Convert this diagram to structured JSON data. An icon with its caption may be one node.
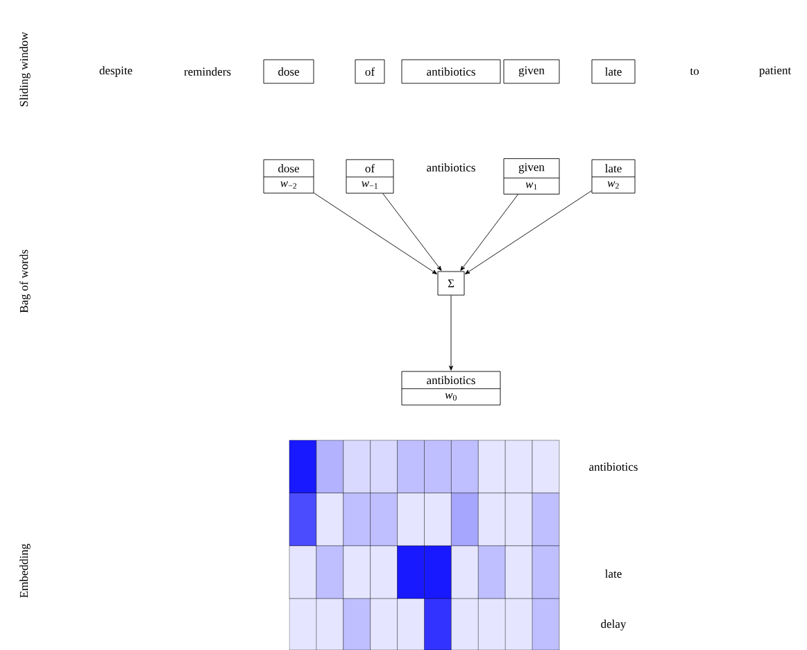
{
  "diagram": {
    "nodes": [
      {
        "text": [
          "dose"
        ]
      },
      {
        "text": [
          "of"
        ]
      },
      {
        "text": [
          "antibiotics"
        ]
      },
      {
        "text": [
          "given"
        ]
      },
      {
        "text": [
          "late"
        ]
      },
      {
        "text": [
          "dose",
          "*w*$_{−2}$"
        ]
      },
      {
        "text": [
          "of",
          "*w*$_{−1}$"
        ]
      },
      {
        "text": [
          "given",
          "*w*$_{1}$"
        ]
      },
      {
        "text": [
          "late",
          "*w*$_{2}$"
        ]
      },
      {
        "text": [
          "Σ"
        ]
      },
      {
        "text": [
          "antibiotics",
          "*w*$_{0}$"
        ]
      }
    ],
    "edges": [
      {
        "from": 5,
        "to": 9,
        "arrow": "to"
      },
      {
        "from": 6,
        "to": 9,
        "arrow": "to"
      },
      {
        "from": 7,
        "to": 9,
        "arrow": "to"
      },
      {
        "from": 8,
        "to": 9,
        "arrow": "to"
      },
      {
        "from": 9,
        "to": 10,
        "arrow": "to"
      }
    ],
    "labels": [
      "Sliding window",
      "despite",
      "reminders",
      "to",
      "patient",
      "Bag of words",
      "antibiotics",
      "Embedding",
      "antibiotics",
      "late",
      "delay"
    ]
  }
}
